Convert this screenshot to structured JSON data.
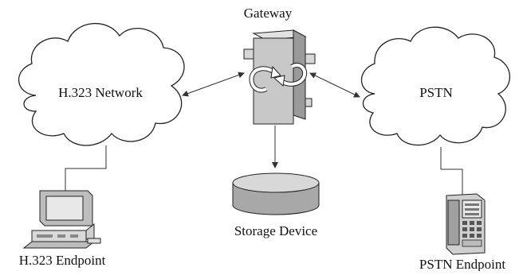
{
  "diagram": {
    "nodes": {
      "gateway": {
        "label": "Gateway"
      },
      "h323_network": {
        "label": "H.323 Network"
      },
      "pstn": {
        "label": "PSTN"
      },
      "storage": {
        "label": "Storage Device"
      },
      "h323_endpoint": {
        "label": "H.323 Endpoint"
      },
      "pstn_endpoint": {
        "label": "PSTN Endpoint"
      }
    },
    "colors": {
      "line": "#333333",
      "gateway_face": "#c8c8c8",
      "gateway_side": "#9a9a9a",
      "storage_top": "#d8d8d8",
      "storage_body": "#a8a8a8",
      "screen": "#cfcfcf"
    }
  }
}
